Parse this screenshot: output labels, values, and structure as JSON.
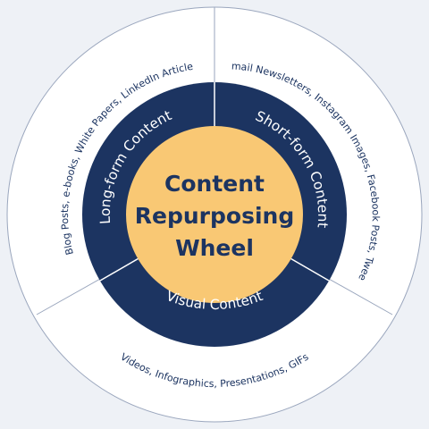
{
  "colors": {
    "background": "#eef1f6",
    "outer_ring": "#ffffff",
    "outer_stroke": "#9aa6bd",
    "middle_ring": "#1c3461",
    "center": "#f9c874",
    "text_dark": "#1c3461",
    "text_light": "#ffffff"
  },
  "center": {
    "line1": "Content",
    "line2": "Repurposing",
    "line3": "Wheel"
  },
  "segments": [
    {
      "category": "Long-form Content",
      "examples": "Blog Posts, e-books, White Papers, LinkedIn Articles"
    },
    {
      "category": "Short-form Content",
      "examples": "Email Newsletters, Instagram Images, Facebook Posts, Tweets"
    },
    {
      "category": "Visual Content",
      "examples": "Videos, Infographics, Presentations, GIFs"
    }
  ]
}
